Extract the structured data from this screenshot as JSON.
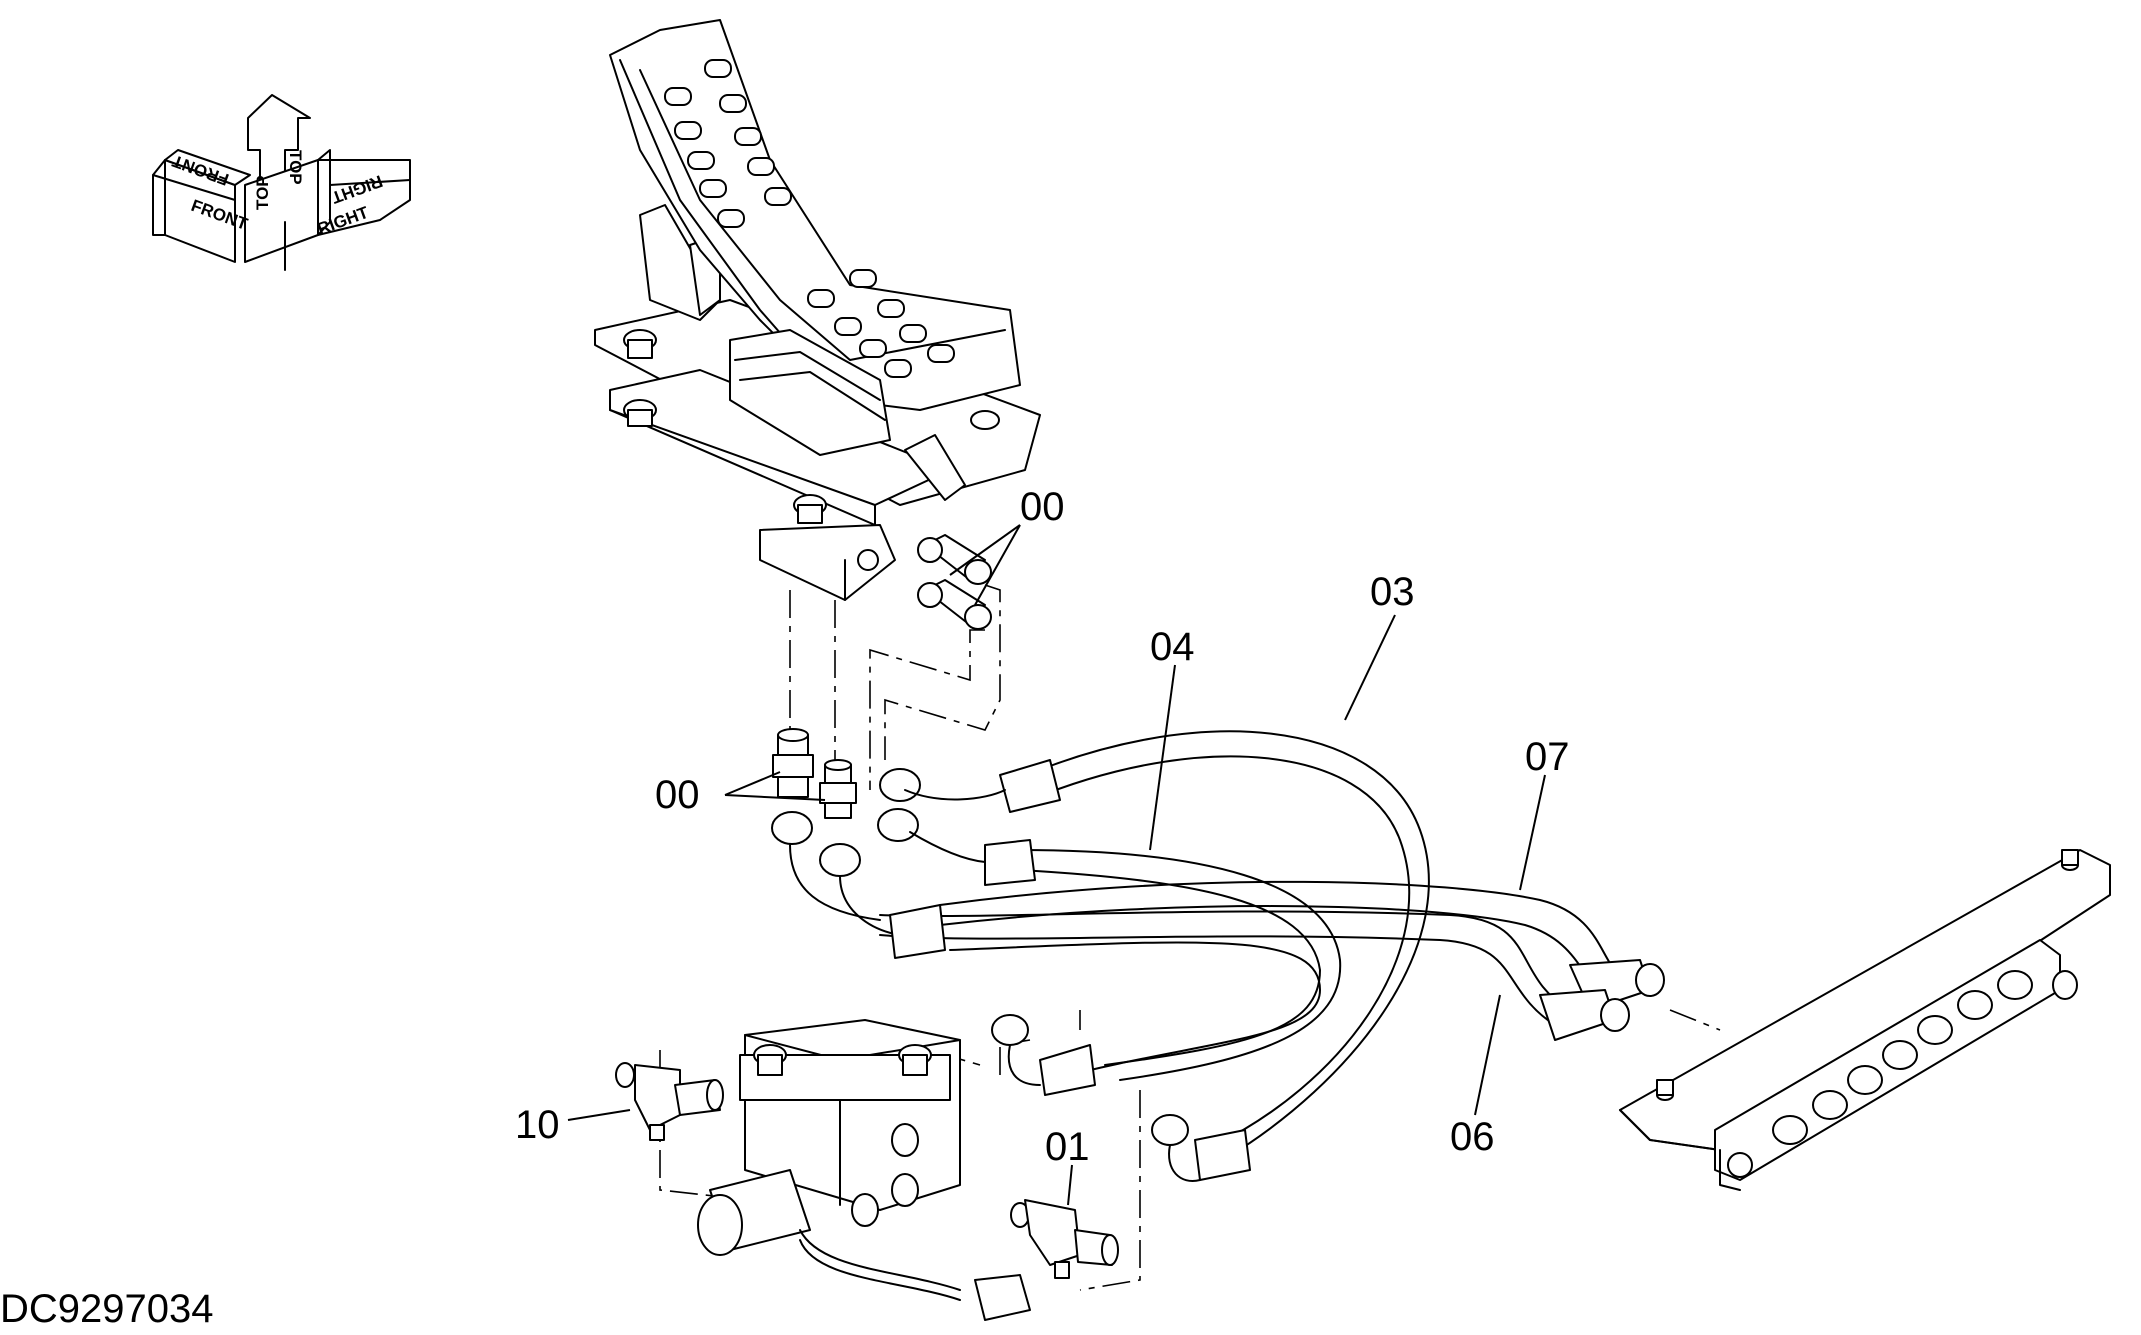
{
  "drawing_id": "DC9297034",
  "orientation_symbol": {
    "top_left": "TOP",
    "top_right": "TOP",
    "front": "FRONT",
    "front_flipped": "FRONT",
    "right": "RIGHT",
    "right_flipped": "RIGHT"
  },
  "callouts": {
    "c00_upper": "00",
    "c00_lower": "00",
    "c03": "03",
    "c04": "04",
    "c07": "07",
    "c06": "06",
    "c01": "01",
    "c10": "10"
  }
}
